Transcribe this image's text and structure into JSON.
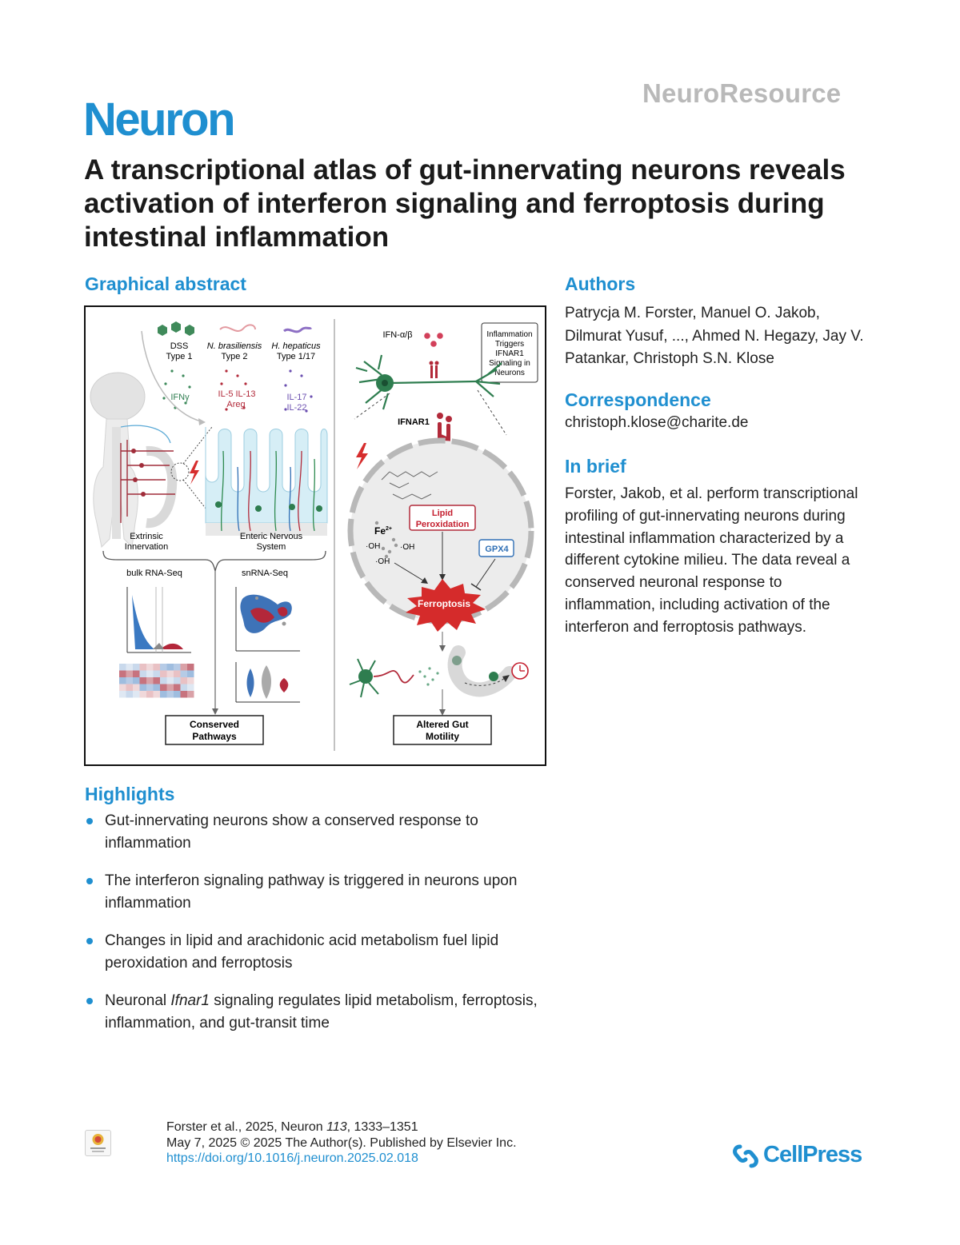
{
  "header": {
    "resource_label": "NeuroResource",
    "journal": "Neuron"
  },
  "title": "A transcriptional atlas of gut-innervating neurons reveals activation of interferon signaling and ferroptosis during intestinal inflammation",
  "graphical_abstract": {
    "heading": "Graphical abstract",
    "models": [
      {
        "name": "DSS",
        "type": "Type 1",
        "cytokines": [
          "IFNγ"
        ]
      },
      {
        "name": "N. brasiliensis",
        "type": "Type 2",
        "cytokines": [
          "IL-5",
          "IL-13",
          "Areg"
        ]
      },
      {
        "name": "H. hepaticus",
        "type": "Type 1/17",
        "cytokines": [
          "IL-17",
          "IL-22"
        ]
      }
    ],
    "labels": {
      "extrinsic": [
        "Extrinsic",
        "Innervation"
      ],
      "enteric": [
        "Enteric Nervous",
        "System"
      ],
      "bulk": "bulk RNA-Seq",
      "sn": "snRNA-Seq",
      "conserved": [
        "Conserved",
        "Pathways"
      ],
      "ifn": "IFN-α/β",
      "ifnar1": "IFNAR1",
      "trigger": [
        "Inflammation",
        "Triggers",
        "IFNAR1",
        "Signaling in",
        "Neurons"
      ],
      "lipid": [
        "Lipid",
        "Peroxidation"
      ],
      "fe": "Fe",
      "fe_charge": "2+",
      "oh": "·OH",
      "gpx4": "GPX4",
      "ferroptosis": "Ferroptosis",
      "motility": [
        "Altered Gut",
        "Motility"
      ]
    },
    "colors": {
      "green": "#2e7d4f",
      "red": "#b22a3a",
      "blue": "#2f6fb5",
      "grey": "#bdbdbd"
    }
  },
  "authors": {
    "heading": "Authors",
    "text": "Patrycja M. Forster, Manuel O. Jakob, Dilmurat Yusuf, ..., Ahmed N. Hegazy, Jay V. Patankar, Christoph S.N. Klose"
  },
  "correspondence": {
    "heading": "Correspondence",
    "email": "christoph.klose@charite.de"
  },
  "in_brief": {
    "heading": "In brief",
    "text": "Forster, Jakob, et al. perform transcriptional profiling of gut-innervating neurons during intestinal inflammation characterized by a different cytokine milieu. The data reveal a conserved neuronal response to inflammation, including activation of the interferon and ferroptosis pathways."
  },
  "highlights": {
    "heading": "Highlights",
    "items": [
      {
        "before": "Gut-innervating neurons show a conserved response to inflammation",
        "italic": "",
        "after": ""
      },
      {
        "before": "The interferon signaling pathway is triggered in neurons upon inflammation",
        "italic": "",
        "after": ""
      },
      {
        "before": "Changes in lipid and arachidonic acid metabolism fuel lipid peroxidation and ferroptosis",
        "italic": "",
        "after": ""
      },
      {
        "before": "Neuronal ",
        "italic": "Ifnar1",
        "after": " signaling regulates lipid metabolism, ferroptosis, inflammation, and gut-transit time"
      }
    ]
  },
  "footer": {
    "citation_prefix": "Forster et al., 2025, Neuron ",
    "volume": "113",
    "pages": ", 1333–1351",
    "date_line": "May 7, 2025 © 2025 The Author(s). Published by Elsevier Inc.",
    "doi": "https://doi.org/10.1016/j.neuron.2025.02.018"
  },
  "publisher": "CellPress"
}
